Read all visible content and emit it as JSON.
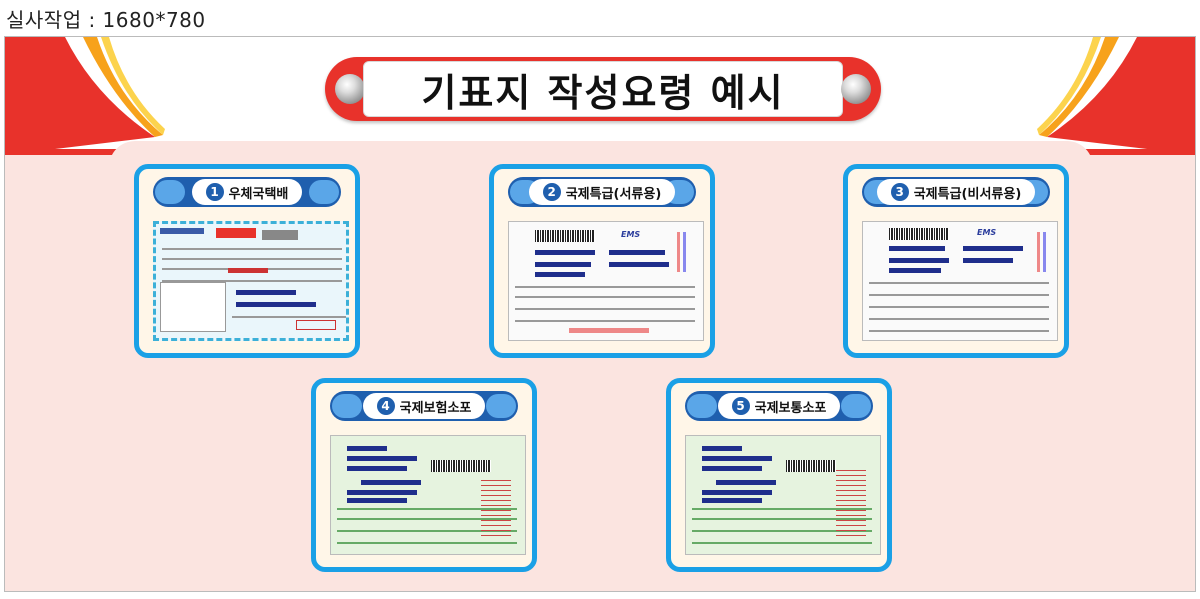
{
  "caption": "실사작업 : 1680*780",
  "title": "기표지 작성요령 예시",
  "cards": [
    {
      "num": "1",
      "label": "우체국택배"
    },
    {
      "num": "2",
      "label": "국제특급(서류용)"
    },
    {
      "num": "3",
      "label": "국제특급(비서류용)"
    },
    {
      "num": "4",
      "label": "국제보험소포"
    },
    {
      "num": "5",
      "label": "국제보통소포"
    }
  ],
  "colors": {
    "red": "#e8322b",
    "orange": "#f7a21b",
    "blue": "#1aa0e6",
    "navy": "#1f5fae",
    "background": "#fbe4e0"
  }
}
